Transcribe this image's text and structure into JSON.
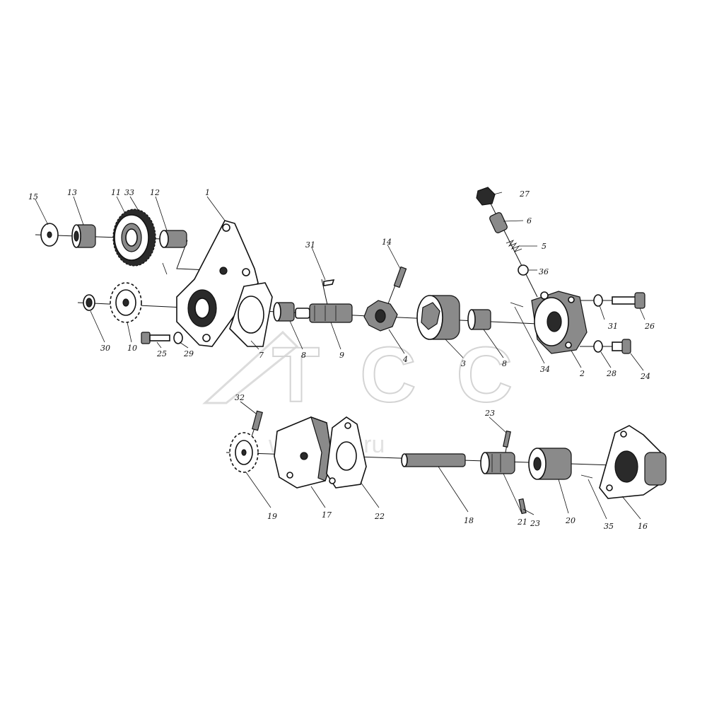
{
  "watermark": {
    "logo": "TCC",
    "url": "www.tss.ru"
  },
  "callouts": {
    "c15": "15",
    "c13": "13",
    "c11": "11",
    "c33": "33",
    "c12": "12",
    "c1": "1",
    "c27": "27",
    "c6": "6",
    "c5": "5",
    "c36": "36",
    "c31a": "31",
    "c14": "14",
    "c31b": "31",
    "c26": "26",
    "c30": "30",
    "c10": "10",
    "c25": "25",
    "c29": "29",
    "c7": "7",
    "c8a": "8",
    "c9": "9",
    "c4": "4",
    "c3": "3",
    "c8b": "8",
    "c34": "34",
    "c2": "2",
    "c28": "28",
    "c24": "24",
    "c32": "32",
    "c23a": "23",
    "c19": "19",
    "c17": "17",
    "c22": "22",
    "c18": "18",
    "c21": "21",
    "c23b": "23",
    "c20": "20",
    "c35": "35",
    "c16": "16"
  },
  "colors": {
    "ink": "#111111",
    "watermark": "#d4d4d4",
    "background": "#ffffff"
  }
}
